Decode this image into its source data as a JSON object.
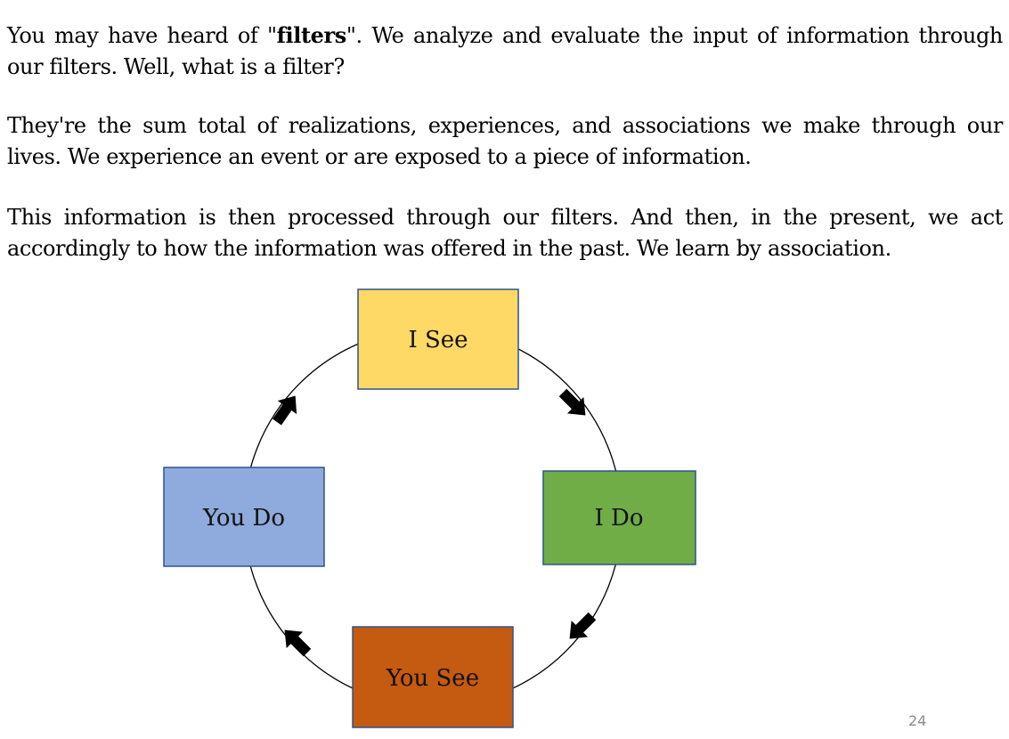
{
  "paragraphs": {
    "p1": {
      "before": "You may have heard of \"",
      "bold": "filters",
      "after": "\". We analyze and evaluate the input of information through our filters. Well, what is a filter?"
    },
    "p2": "They're the sum total of realizations, experiences, and associations we make through our lives. We experience an event or are exposed to a piece of information.",
    "p3": "This information is then processed through our filters. And then, in the present, we act accordingly to how the information was offered in the past. We learn by association."
  },
  "cycle": {
    "nodes": [
      {
        "label": "I See",
        "color": "#FFD966"
      },
      {
        "label": "I Do",
        "color": "#70AD47"
      },
      {
        "label": "You See",
        "color": "#C55A11"
      },
      {
        "label": "You Do",
        "color": "#8FAADC"
      }
    ],
    "border_color": "#2F528F",
    "arrow_color": "#000000"
  },
  "page_number": "24"
}
